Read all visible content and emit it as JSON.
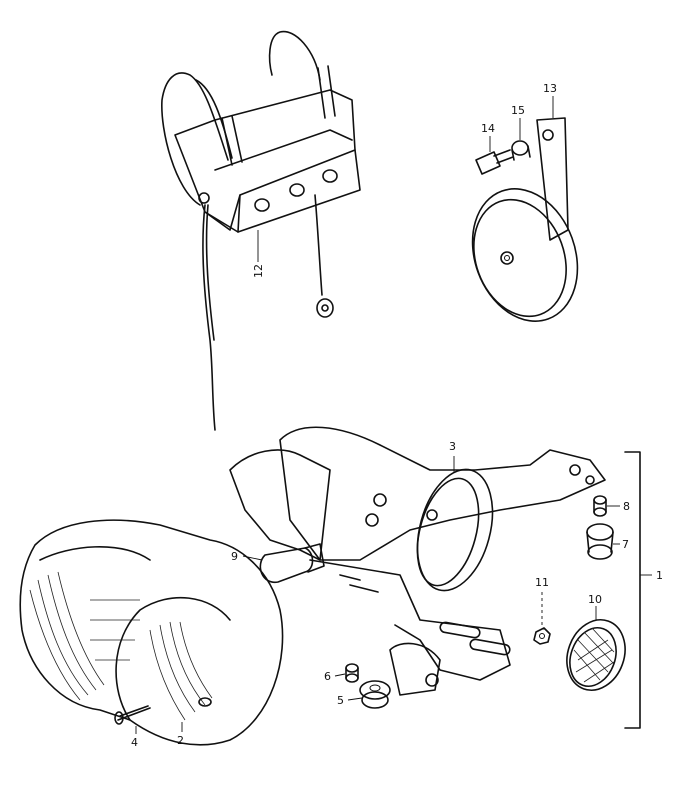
{
  "callouts": [
    {
      "id": "1",
      "part": "tail-light-assembly"
    },
    {
      "id": "2",
      "part": "tail-light-lens"
    },
    {
      "id": "3",
      "part": "tail-light-housing"
    },
    {
      "id": "4",
      "part": "lens-screw"
    },
    {
      "id": "5",
      "part": "grommet"
    },
    {
      "id": "6",
      "part": "collar"
    },
    {
      "id": "7",
      "part": "grommet"
    },
    {
      "id": "8",
      "part": "collar"
    },
    {
      "id": "9",
      "part": "bulb"
    },
    {
      "id": "10",
      "part": "reflex-reflector"
    },
    {
      "id": "11",
      "part": "nut"
    },
    {
      "id": "12",
      "part": "horn-bracket-with-leads"
    },
    {
      "id": "13",
      "part": "horn"
    },
    {
      "id": "14",
      "part": "horn-bolt"
    },
    {
      "id": "15",
      "part": "spacer"
    }
  ],
  "colors": {
    "ink": "#111111",
    "paper": "#ffffff"
  }
}
